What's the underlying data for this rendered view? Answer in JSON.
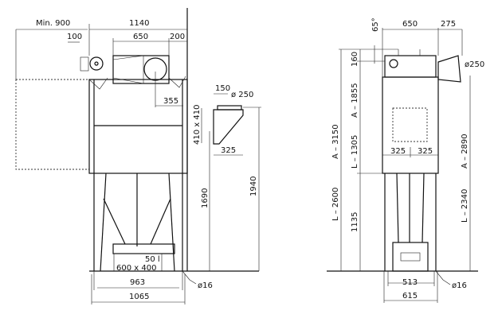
{
  "front_view": {
    "min_clearance": "Min. 900",
    "overall_width_top": "1140",
    "motor_offset": "100",
    "fan_width": "650",
    "right_offset": "200",
    "outlet_offset": "355",
    "hood_width": "150",
    "hood_diameter": "ø 250",
    "hood_opening": "410 x 410",
    "hood_depth": "325",
    "height_1690": "1690",
    "height_1940": "1940",
    "bin_volume": "50 l",
    "bin_size": "600 x 400",
    "leg_span_inner": "963",
    "leg_span_outer": "1065",
    "anchor_diameter": "ø16"
  },
  "side_view": {
    "angle": "65°",
    "fan_width": "650",
    "outlet_offset": "275",
    "outlet_diameter": "ø250",
    "motor_height": "160",
    "body_height": "A – 1855",
    "total_height": "A – 3150",
    "filter_height": "L – 1305",
    "lower_height": "L – 2600",
    "leg_height": "1135",
    "outlet_height": "A – 2890",
    "lower_outlet_height": "L – 2340",
    "half_width_left": "325",
    "half_width_right": "325",
    "leg_span_inner": "513",
    "leg_span_outer": "615",
    "anchor_diameter": "ø16"
  }
}
